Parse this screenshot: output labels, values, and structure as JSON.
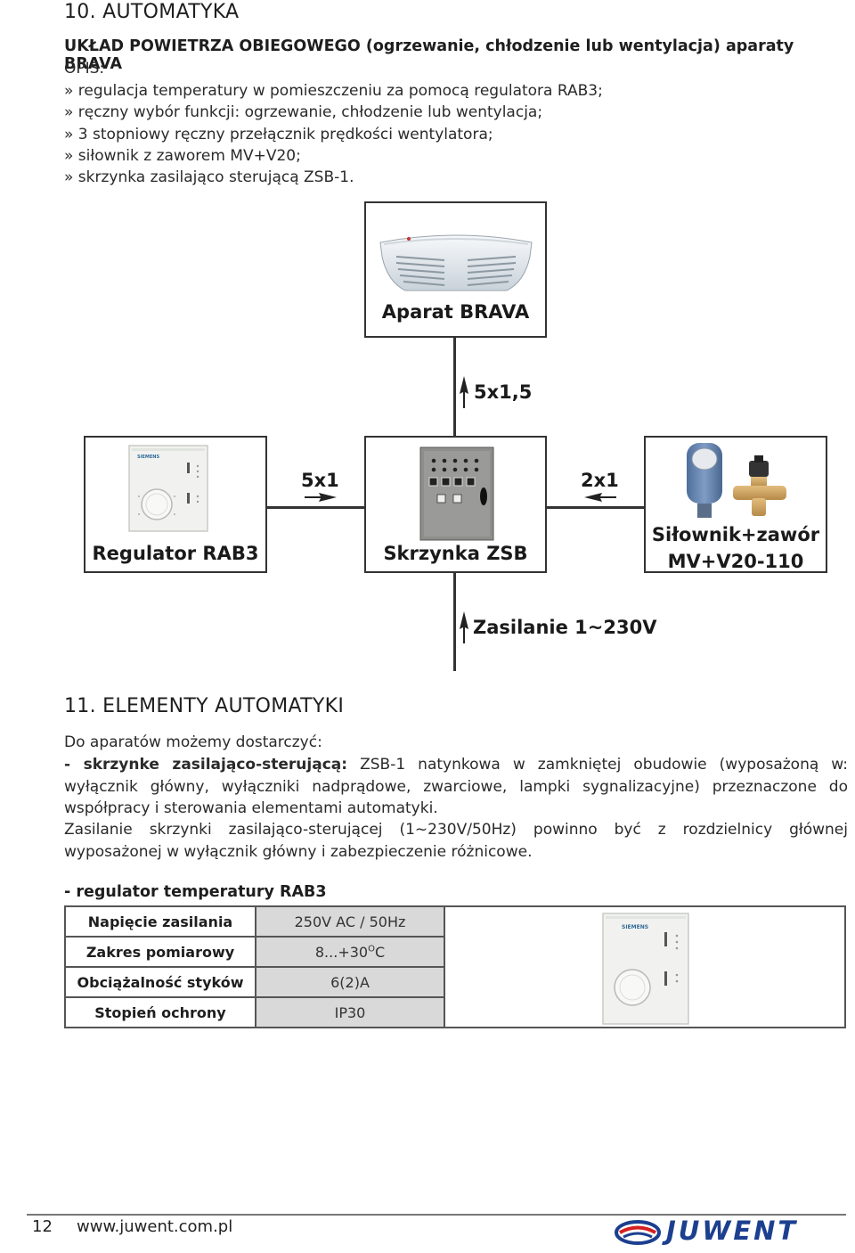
{
  "section10": {
    "heading": "10. AUTOMATYKA",
    "subtitle": "UKŁAD POWIETRZA OBIEGOWEGO (ogrzewanie, chłodzenie lub wentylacja) aparaty BRAVA",
    "opis": "OPIS:",
    "items": [
      "» regulacja temperatury w pomieszczeniu za pomocą regulatora RAB3;",
      "» ręczny wybór funkcji: ogrzewanie, chłodzenie lub wentylacja;",
      "» 3 stopniowy ręczny przełącznik prędkości wentylatora;",
      "» siłownik z zaworem MV+V20;",
      "» skrzynka zasilająco sterującą ZSB-1."
    ]
  },
  "diagram": {
    "brava_label": "Aparat BRAVA",
    "wire_top": "5x1,5",
    "wire_left": "5x1",
    "wire_right": "2x1",
    "regulator_label": "Regulator RAB3",
    "skrzynka_label": "Skrzynka ZSB",
    "silownik_label_1": "Siłownik+zawór",
    "silownik_label_2": "MV+V20-110",
    "power_label": "Zasilanie 1~230V",
    "thermostat_brand": "SIEMENS"
  },
  "section11": {
    "heading": "11. ELEMENTY AUTOMATYKI",
    "intro": "Do aparatów możemy dostarczyć:",
    "p1_bold": "- skrzynke zasilająco-sterującą:",
    "p1_text": " ZSB-1 natynkowa w zamkniętej obudowie (wyposażoną w: wyłącznik główny, wyłączniki nadprądowe, zwarciowe, lampki sygnalizacyjne) przeznaczone do współpracy i sterowania elementami automatyki.",
    "p2": "Zasilanie skrzynki zasilająco-sterującej (1~230V/50Hz) powinno być z rozdzielnicy głównej wyposażonej w wyłącznik główny i zabezpieczenie różnicowe.",
    "regulator_heading": "- regulator temperatury RAB3",
    "table": [
      {
        "key": "Napięcie zasilania",
        "value": "250V AC / 50Hz"
      },
      {
        "key": "Zakres pomiarowy",
        "value": "8...+30",
        "sup": "O",
        "unit": "C"
      },
      {
        "key": "Obciążalność styków",
        "value": "6(2)A"
      },
      {
        "key": "Stopień ochrony",
        "value": "IP30"
      }
    ]
  },
  "footer": {
    "page_number": "12",
    "url": "www.juwent.com.pl",
    "logo_text": "JUWENT"
  }
}
